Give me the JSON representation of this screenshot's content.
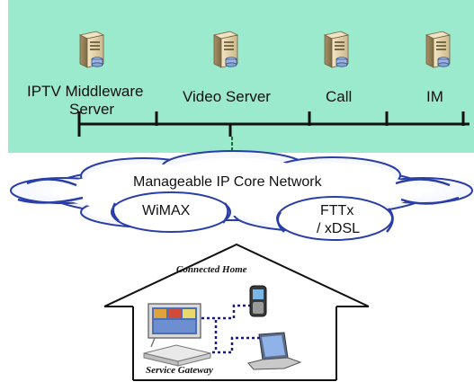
{
  "servers": [
    {
      "name": "iptv-middleware-server",
      "label_line1": "IPTV Middleware",
      "label_line2": "Server",
      "icon": "server-icon"
    },
    {
      "name": "video-server",
      "label_line1": "Video Server",
      "icon": "server-icon"
    },
    {
      "name": "call-server",
      "label_line1": "Call",
      "icon": "server-icon"
    },
    {
      "name": "im-server",
      "label_line1": "IM",
      "icon": "server-icon"
    }
  ],
  "network": {
    "core_label": "Manageable IP Core Network",
    "wimax_label": "WiMAX",
    "fttx_line1": "FTTx",
    "fttx_line2": "/ xDSL"
  },
  "home": {
    "title": "Connected Home",
    "gateway_label": "Service Gateway"
  },
  "colors": {
    "server_band": "#9ceacd",
    "cloud_outline": "#2a3ea8",
    "dotted_link": "#1a1a80"
  }
}
